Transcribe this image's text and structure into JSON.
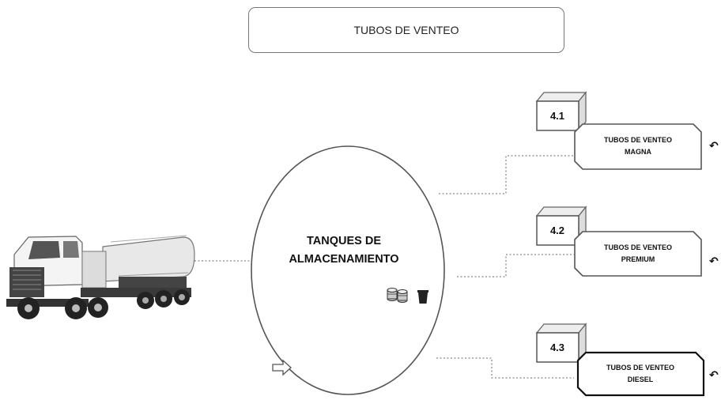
{
  "title": "TUBOS DE VENTEO",
  "center": {
    "line1": "TANQUES DE",
    "line2": "ALMACENAMIENTO"
  },
  "items": [
    {
      "number": "4.1",
      "line1": "TUBOS DE VENTEO",
      "line2": "MAGNA"
    },
    {
      "number": "4.2",
      "line1": "TUBOS DE VENTEO",
      "line2": "PREMIUM"
    },
    {
      "number": "4.3",
      "line1": "TUBOS DE VENTEO",
      "line2": "DIESEL"
    }
  ],
  "icons": [
    "tanker-truck-icon",
    "coins-icon",
    "trash-bin-icon",
    "right-arrow-icon",
    "curl-arrow-icon"
  ]
}
